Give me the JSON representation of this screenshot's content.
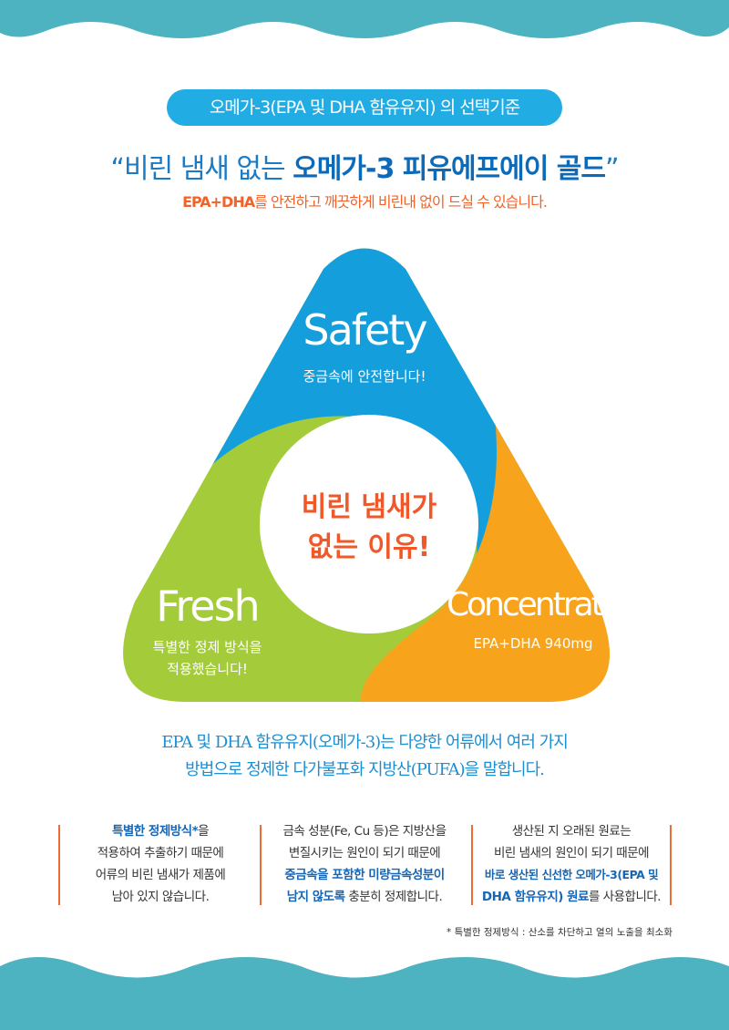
{
  "header": {
    "pill": "오메가-3(EPA 및 DHA 함유유지) 의 선택기준",
    "headline_pre": "“비린 냄새 없는 ",
    "headline_bold": "오메가-3 피유에프에이 골드",
    "headline_post": "”",
    "sub_bold": "EPA+DHA",
    "sub_rest": "를 안전하고 깨끗하게 비린내 없이 드실 수 있습니다."
  },
  "diagram": {
    "center_line1": "비린 냄새가",
    "center_line2": "없는 이유!",
    "safety": {
      "title": "Safety",
      "desc": "중금속에 안전합니다!"
    },
    "fresh": {
      "title": "Fresh",
      "desc1": "특별한 정제 방식을",
      "desc2": "적용했습니다!"
    },
    "concentration": {
      "title": "Concentration",
      "desc": "EPA+DHA 940mg"
    },
    "colors": {
      "blue": "#149fdc",
      "orange": "#f8a31c",
      "green": "#a4cc3a",
      "center_text": "#f0582a"
    }
  },
  "description": {
    "line1": "EPA 및 DHA 함유유지(오메가-3)는 다양한 어류에서 여러 가지",
    "line2": "방법으로 정제한 다가불포화 지방산(PUFA)을 말합니다."
  },
  "columns": [
    {
      "b1": "특별한 정제방식*",
      "t1": "을",
      "t2": "적용하여 추출하기 때문에",
      "t3": "어류의 비린 냄새가 제품에",
      "t4": "남아 있지 않습니다."
    },
    {
      "t1": "금속 성분(Fe, Cu 등)은 지방산을",
      "t2": "변질시키는 원인이 되기 때문에",
      "b1": "중금속을 포함한 미량금속성분이",
      "b2": "남지 않도록",
      "t3": " 충분히 정제합니다."
    },
    {
      "t1": "생산된 지 오래된 원료는",
      "t2": "비린 냄새의 원인이 되기 때문에",
      "b1": "바로 생산된 신선한 오메가-3(EPA 및",
      "b2": "DHA 함유유지) 원료",
      "t3": "를 사용합니다."
    }
  ],
  "footnote": "* 특별한 정제방식 : 산소를 차단하고 열의 노출을 최소화"
}
